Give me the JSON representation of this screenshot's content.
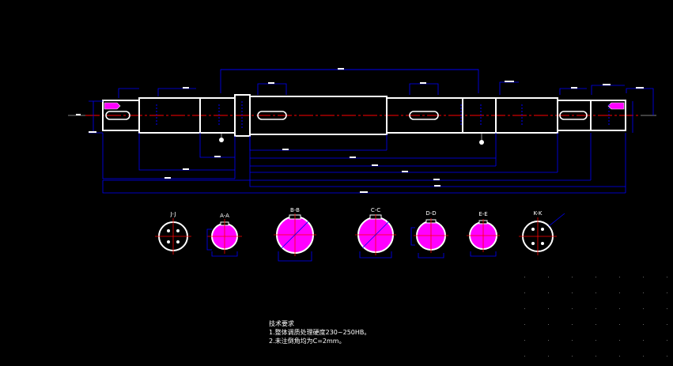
{
  "colors": {
    "background": "#000000",
    "outline": "#ffffff",
    "dimension": "#0000ff",
    "centerline": "#ff0000",
    "section_fill": "#ff00ff",
    "dotgrid": "#666666"
  },
  "section_labels": [
    {
      "id": "J",
      "text": "J-J"
    },
    {
      "id": "A",
      "text": "A-A"
    },
    {
      "id": "B",
      "text": "B-B"
    },
    {
      "id": "C",
      "text": "C-C"
    },
    {
      "id": "D",
      "text": "D-D"
    },
    {
      "id": "E",
      "text": "E-E"
    },
    {
      "id": "K",
      "text": "K-K"
    }
  ],
  "notes": {
    "heading": "技术要求",
    "line1": "1.整体调质处理硬度230~250HB。",
    "line2": "2.未注倒角均为C=2mm。"
  }
}
